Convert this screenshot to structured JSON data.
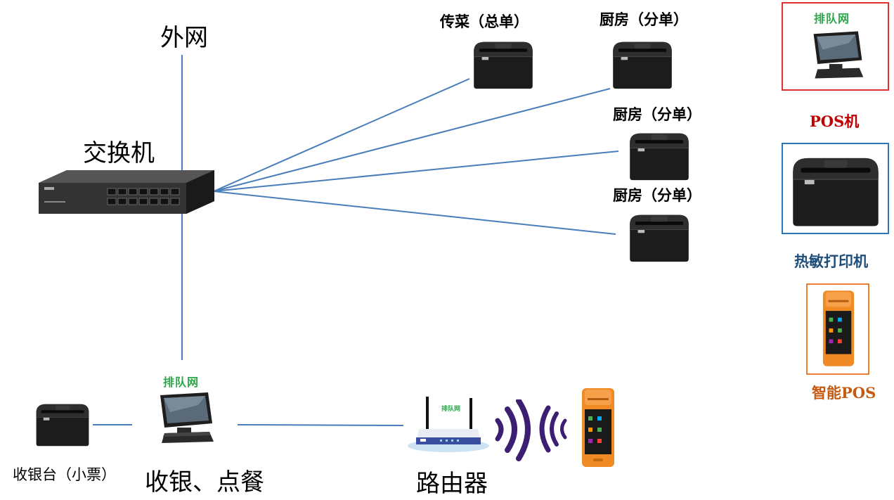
{
  "labels": {
    "internet": "外网",
    "switch": "交换机",
    "expo_printer": "传菜（总单）",
    "kitchen_printer_1": "厨房（分单）",
    "kitchen_printer_2": "厨房（分单）",
    "kitchen_printer_3": "厨房（分单）",
    "cashier_printer": "收银台（小票）",
    "cashier_pos": "收银、点餐",
    "router": "路由器"
  },
  "legend": {
    "pos": {
      "label": "POS机",
      "color": "#c00000"
    },
    "thermal_printer": {
      "label": "热敏打印机",
      "color": "#1f4e79"
    },
    "smart_pos": {
      "label": "智能POS",
      "color": "#c55a11"
    }
  },
  "brand": "排队网",
  "colors": {
    "wire": "#4a7ebb",
    "wifi": "#3c1f73",
    "legend_pos_border": "#e03030",
    "legend_printer_border": "#2e75b6",
    "legend_smartpos_border": "#ed7d31",
    "smart_pos_body": "#f08a24"
  },
  "icons": [
    "switch-icon",
    "thermal-printer-icon",
    "pos-terminal-icon",
    "router-icon",
    "wifi-signal-icon",
    "smart-pos-icon"
  ]
}
